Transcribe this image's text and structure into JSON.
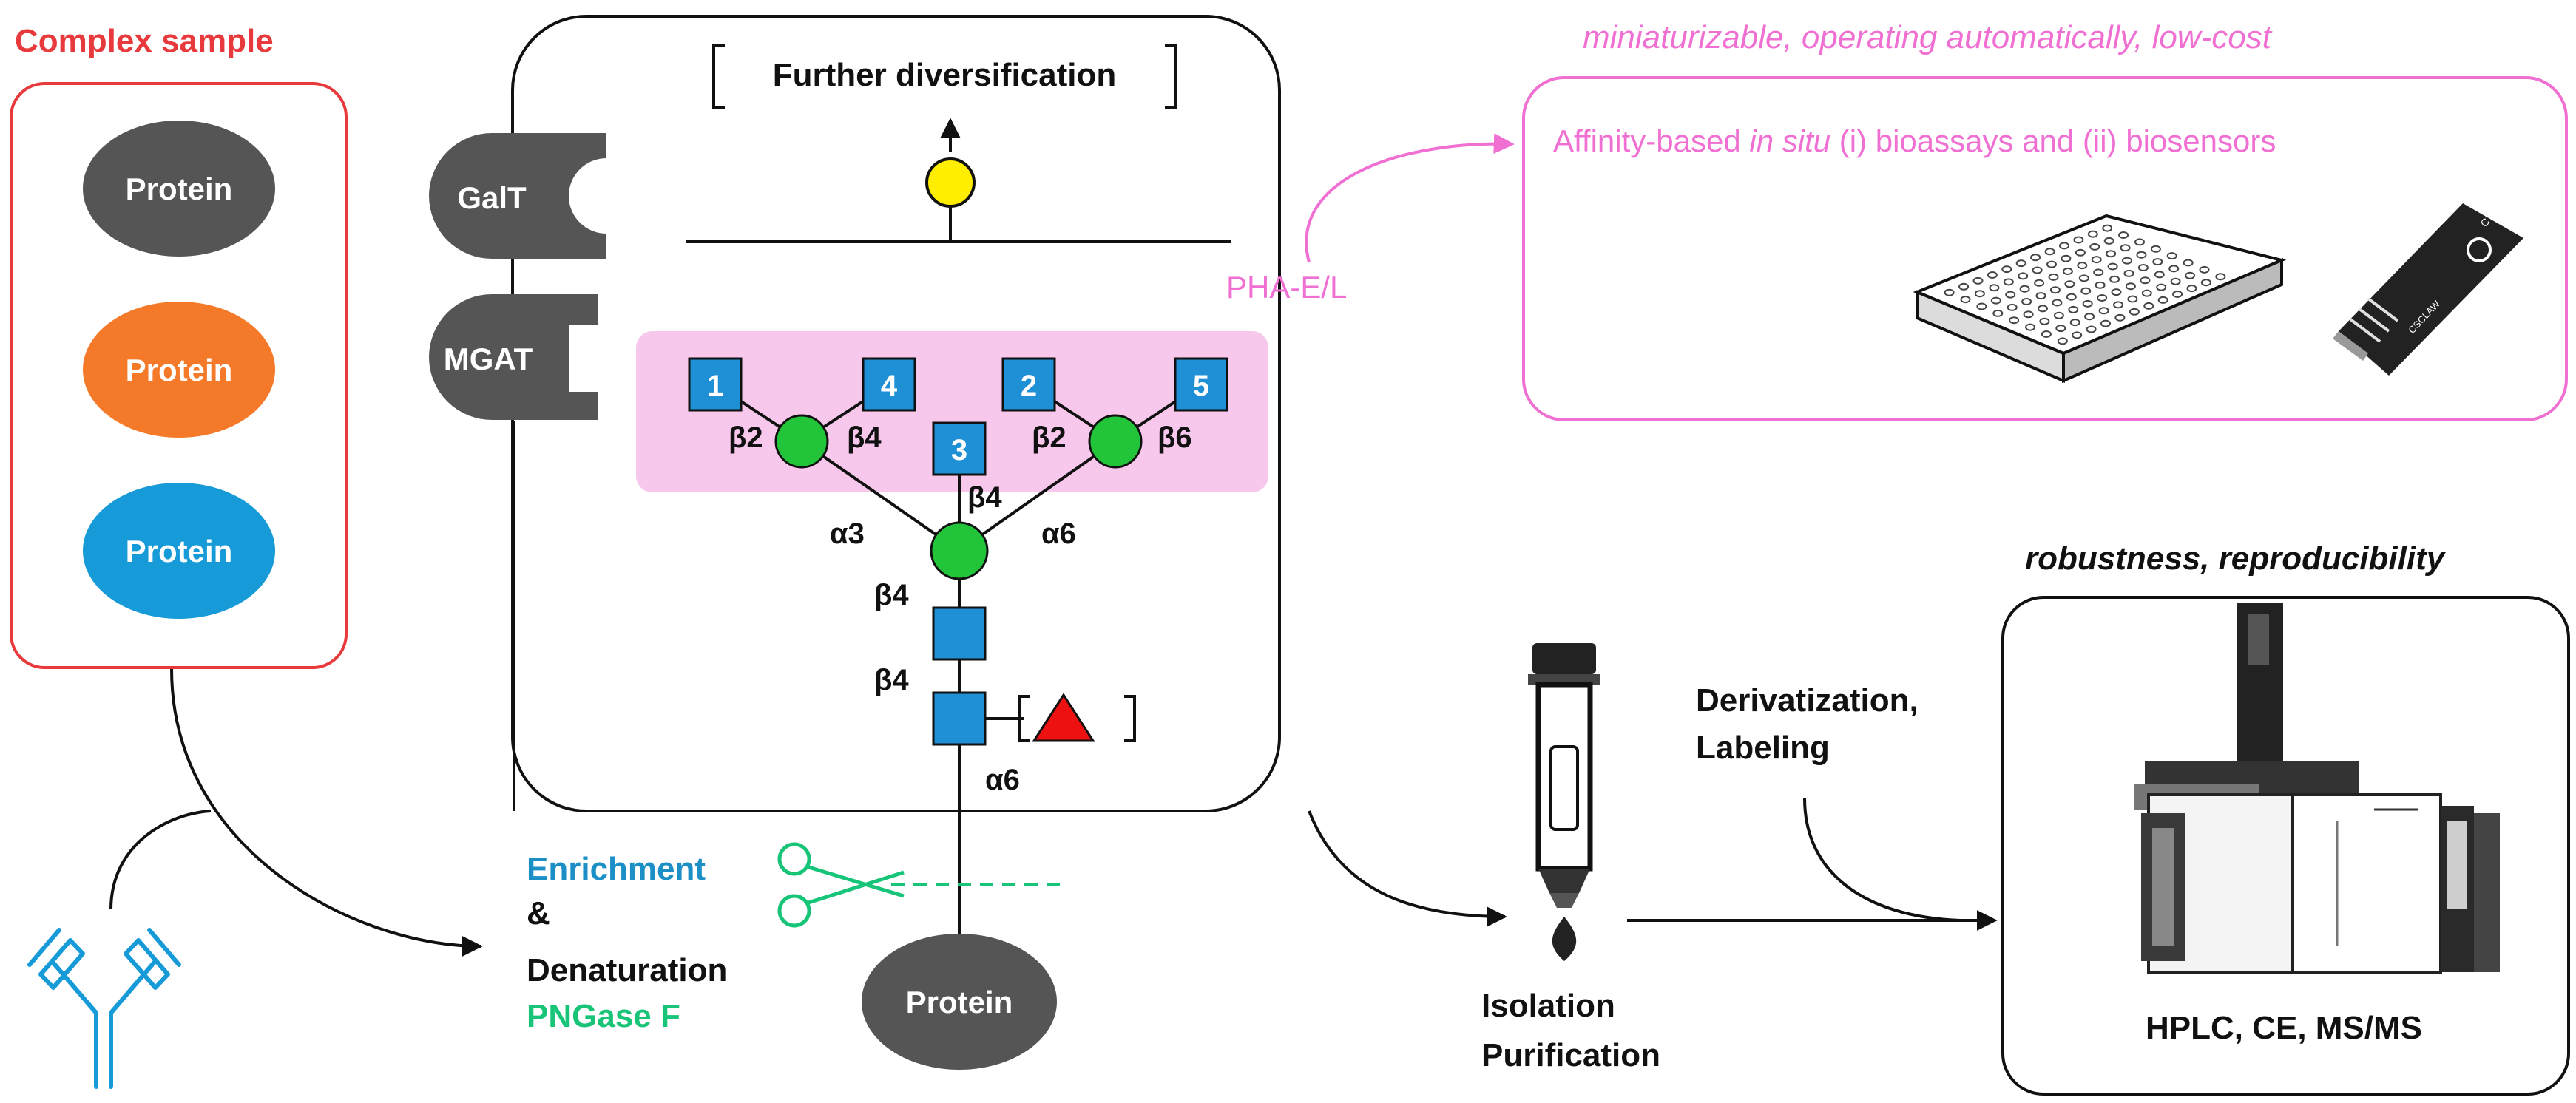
{
  "sample": {
    "title": "Complex sample",
    "proteins": [
      "Protein",
      "Protein",
      "Protein"
    ]
  },
  "enzymes": {
    "galt": "GalT",
    "mgat": "MGAT"
  },
  "further": "Further diversification",
  "glycan": {
    "glcnac_numbers": [
      "1",
      "4",
      "3",
      "2",
      "5"
    ],
    "linkages": {
      "b2_left": "β2",
      "b4_left": "β4",
      "b4_mid": "β4",
      "b2_right": "β2",
      "b6_right": "β6",
      "a3": "α3",
      "a6": "α6",
      "b4_upper": "β4",
      "b4_lower": "β4",
      "a6_fuc": "α6"
    },
    "core_protein": "Protein"
  },
  "pha": "PHA-E/L",
  "affinity": {
    "tagline": "miniaturizable, operating automatically, low-cost",
    "pre": "Affinity-based ",
    "in_situ": "in situ",
    "post": "  (i) bioassays and (ii) biosensors",
    "sensor_text_1": "CTI",
    "sensor_text_2": "CSCLAW"
  },
  "enrich": {
    "enrichment": "Enrichment",
    "amp": "&",
    "denat": "Denaturation",
    "png": "PNGase F"
  },
  "isolation": {
    "line1": "Isolation",
    "line2": "Purification"
  },
  "deriv": {
    "line1": "Derivatization,",
    "line2": "Labeling"
  },
  "analysis": {
    "tagline": "robustness, reproducibility",
    "methods": "HPLC, CE, MS/MS"
  },
  "colors": {
    "red": "#e8393c",
    "pink": "#f06fd2",
    "pink_fill": "#f7c8ec",
    "gray": "#555555",
    "orange": "#f47a2a",
    "blue": "#169ad8",
    "glcnac": "#1f8fd6",
    "mannose": "#22c53a",
    "galactose": "#ffee00",
    "fucose": "#ee1111",
    "teal": "#1c8fc6",
    "green": "#18c478"
  }
}
